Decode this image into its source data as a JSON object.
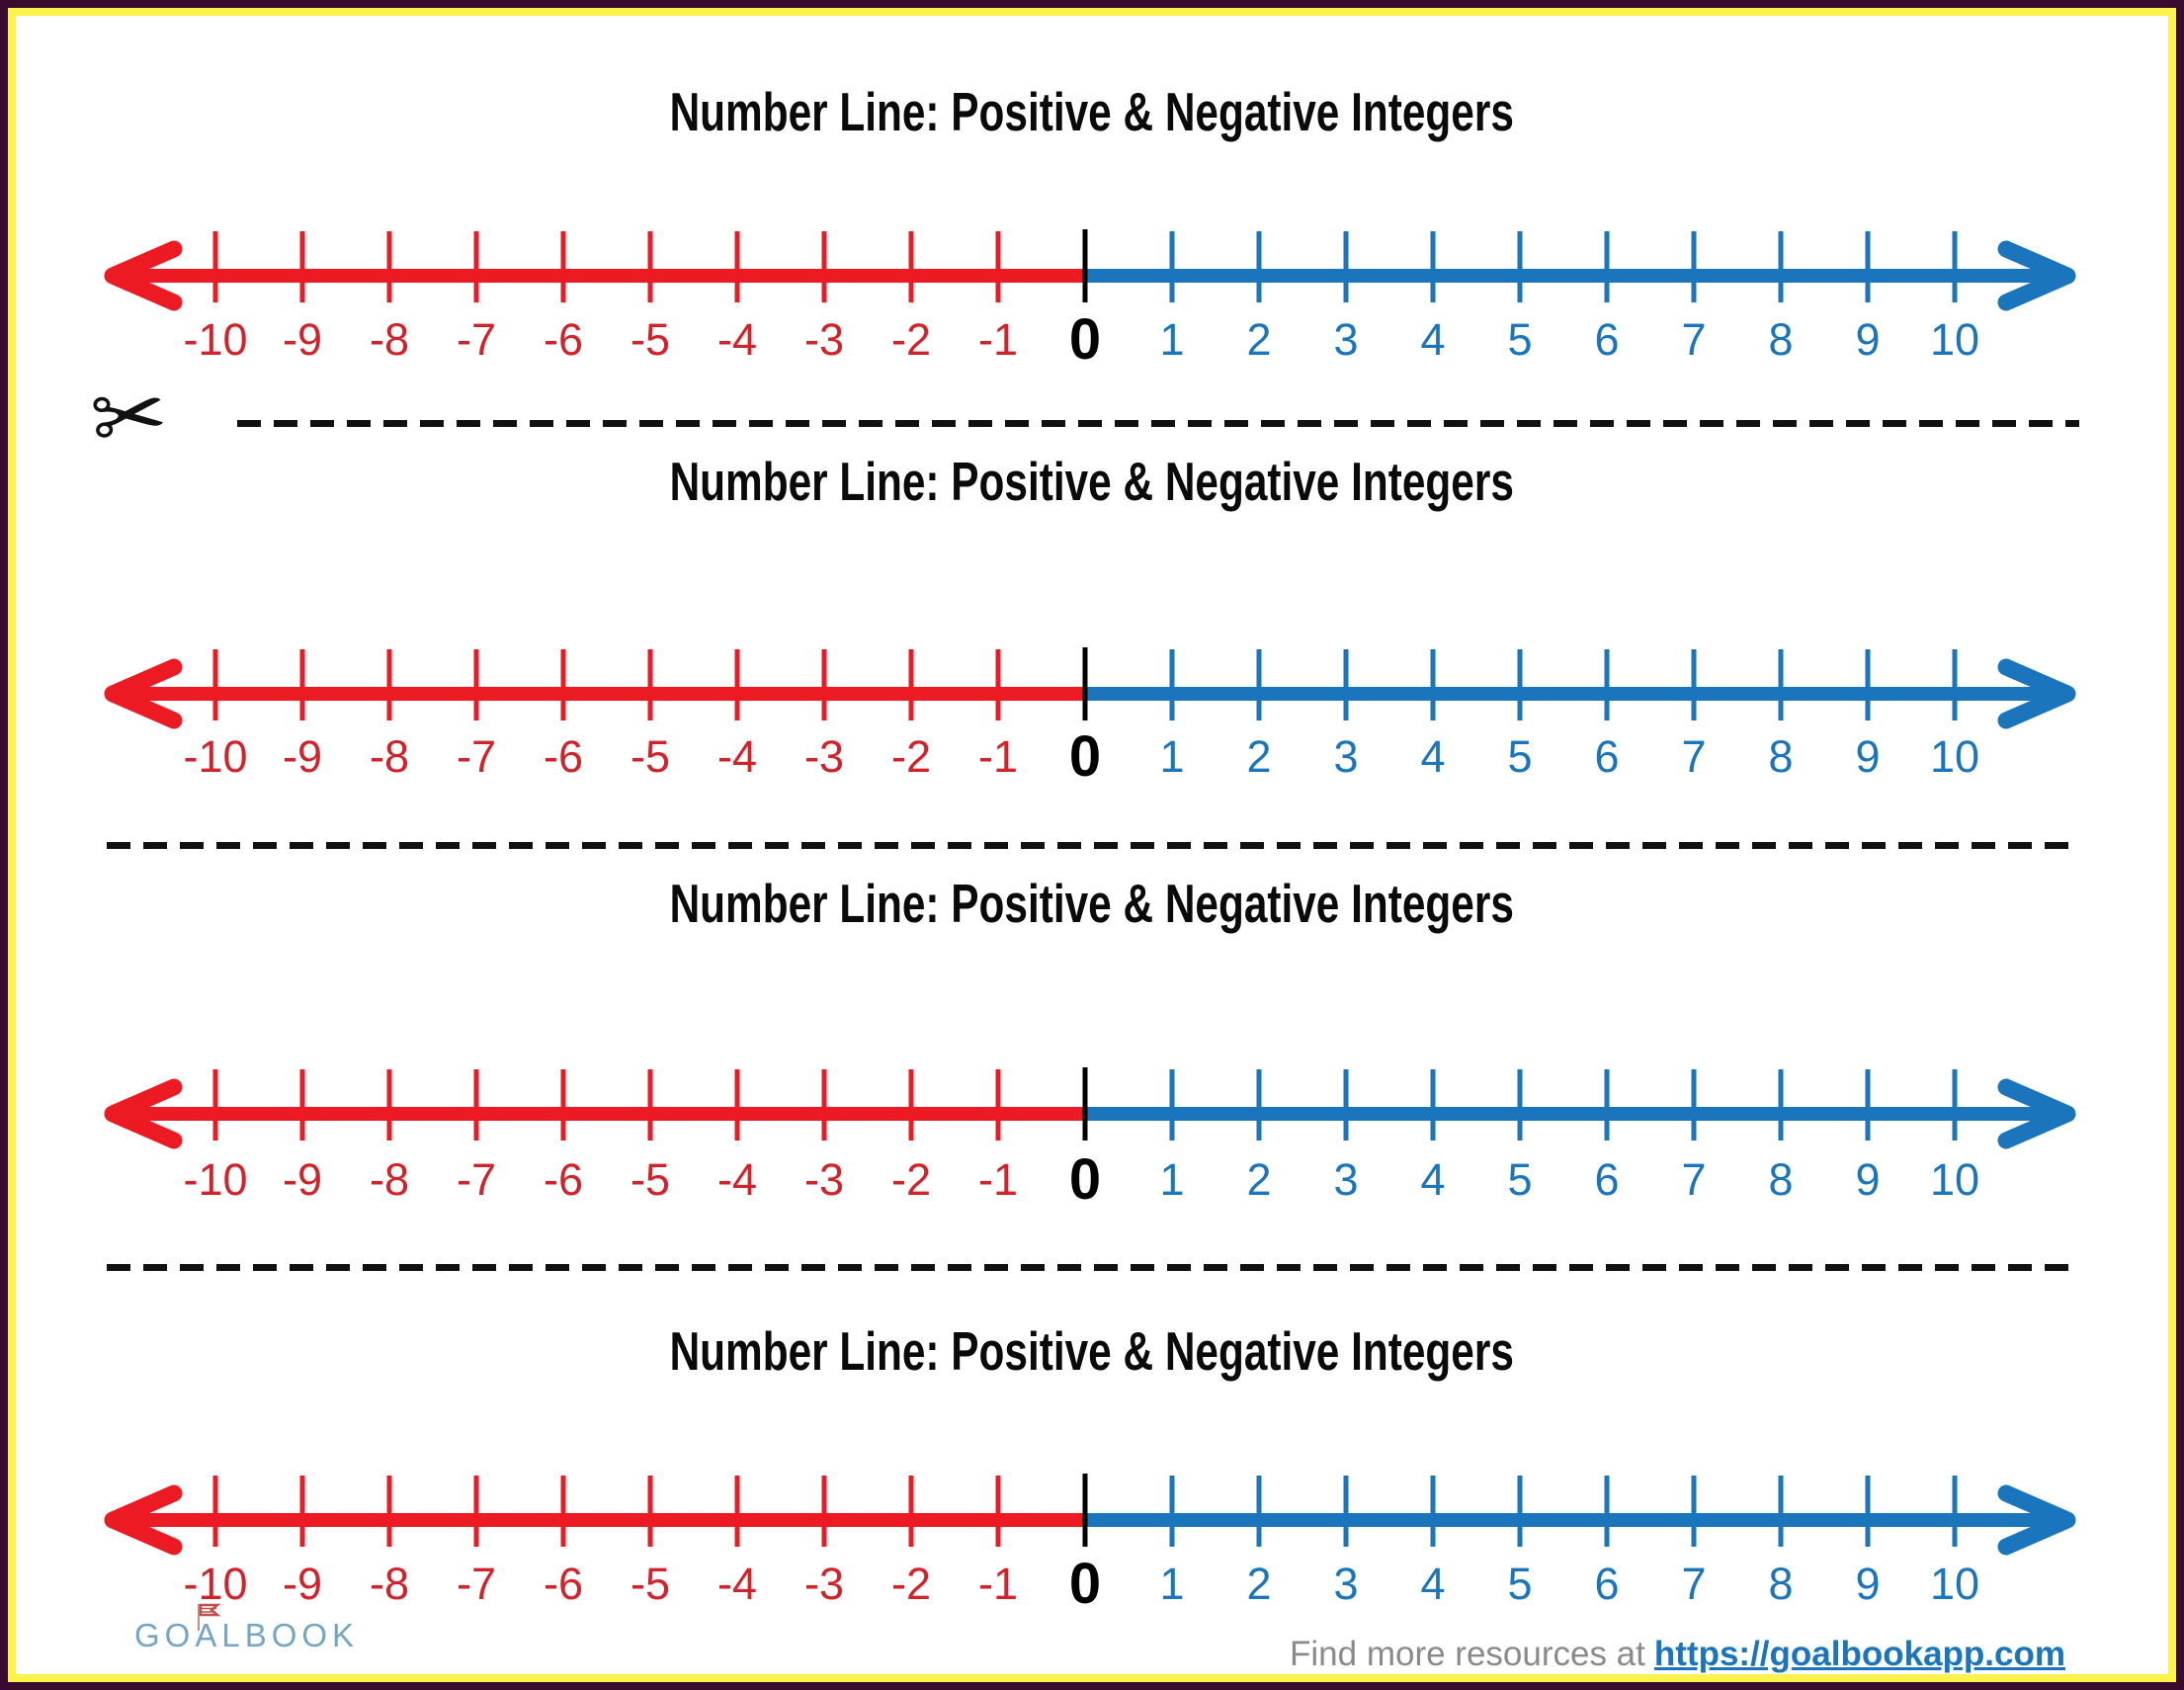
{
  "frame": {
    "outer_border_color": "#3A0B2E",
    "inner_border_color": "#FBF24B",
    "background": "#FFFFFF"
  },
  "sections": [
    {
      "title": "Number Line: Positive & Negative Integers"
    },
    {
      "title": "Number Line: Positive & Negative Integers"
    },
    {
      "title": "Number Line: Positive & Negative Integers"
    },
    {
      "title": "Number Line: Positive & Negative Integers"
    }
  ],
  "number_line": {
    "min": -10,
    "max": 10,
    "values": [
      -10,
      -9,
      -8,
      -7,
      -6,
      -5,
      -4,
      -3,
      -2,
      -1,
      0,
      1,
      2,
      3,
      4,
      5,
      6,
      7,
      8,
      9,
      10
    ],
    "labels": [
      "-10",
      "-9",
      "-8",
      "-7",
      "-6",
      "-5",
      "-4",
      "-3",
      "-2",
      "-1",
      "0",
      "1",
      "2",
      "3",
      "4",
      "5",
      "6",
      "7",
      "8",
      "9",
      "10"
    ],
    "negative_color": "#EC1B23",
    "positive_color": "#1B75BC",
    "zero_tick_color": "#000000",
    "negative_label_color": "#D2232A",
    "positive_label_color": "#1B75BC",
    "zero_label_color": "#000000"
  },
  "cut_line": {
    "scissors_icon": "✂",
    "color": "#111111"
  },
  "footer": {
    "logo_text": "GOALBOOK",
    "logo_color": "#74A5C5",
    "flag_color": "#C0504D",
    "resources_text": "Find more resources at",
    "resources_link": "https://goalbookapp.com",
    "link_color": "#1B75BC"
  }
}
